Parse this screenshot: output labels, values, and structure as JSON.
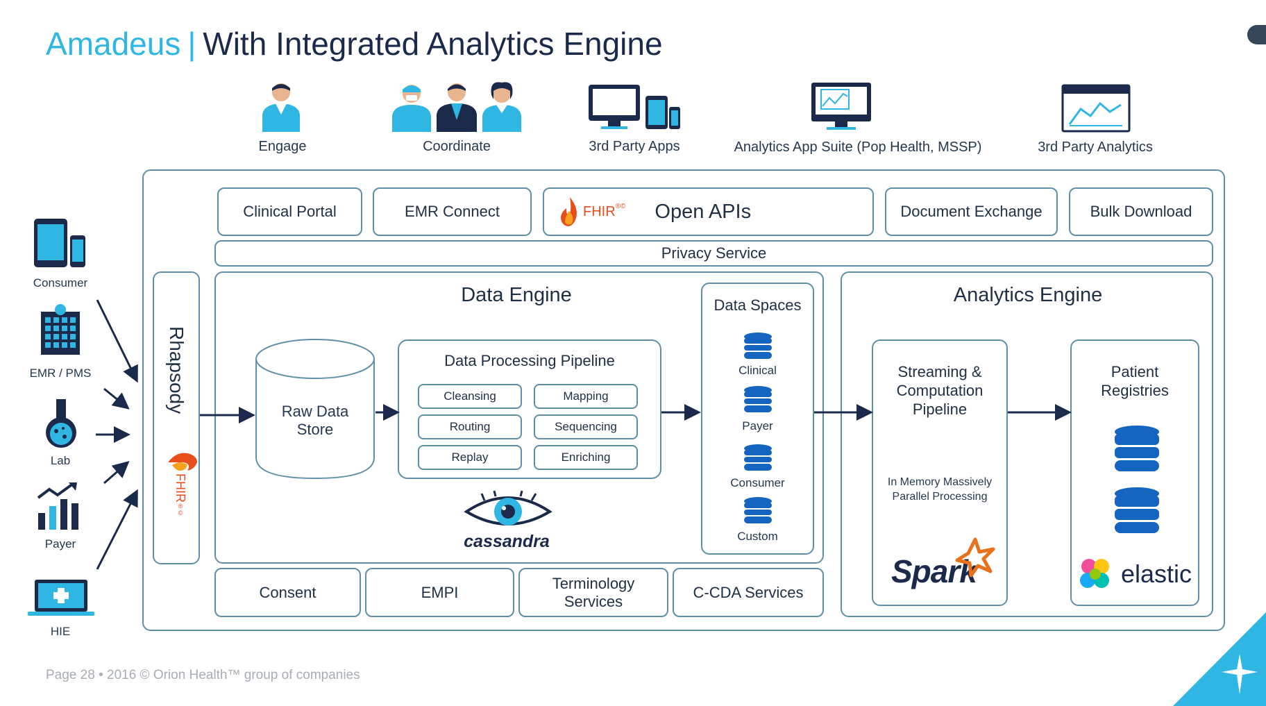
{
  "header": {
    "brand": "Amadeus",
    "separator": "|",
    "title": "With Integrated Analytics Engine"
  },
  "top_icons": [
    {
      "label": "Engage",
      "icon": "person-icon"
    },
    {
      "label": "Coordinate",
      "icon": "care-team-icon"
    },
    {
      "label": "3rd Party Apps",
      "icon": "devices-icon"
    },
    {
      "label": "Analytics App Suite (Pop Health, MSSP)",
      "icon": "monitor-chart-icon"
    },
    {
      "label": "3rd Party Analytics",
      "icon": "browser-chart-icon"
    }
  ],
  "left_sources": [
    {
      "label": "Consumer",
      "icon": "mobile-devices-icon"
    },
    {
      "label": "EMR / PMS",
      "icon": "hospital-building-icon"
    },
    {
      "label": "Lab",
      "icon": "flask-icon"
    },
    {
      "label": "Payer",
      "icon": "bar-chart-icon"
    },
    {
      "label": "HIE",
      "icon": "laptop-medical-icon"
    }
  ],
  "top_services": {
    "clinical_portal": "Clinical Portal",
    "emr_connect": "EMR Connect",
    "fhir_logo": "FHIR",
    "fhir_mark": "®©",
    "open_apis": "Open APIs",
    "document_exchange": "Document Exchange",
    "bulk_download": "Bulk Download"
  },
  "privacy_service": "Privacy Service",
  "rhapsody": {
    "label": "Rhapsody",
    "fhir": "FHIR",
    "fhir_mark": "®©"
  },
  "data_engine": {
    "title": "Data Engine",
    "raw_store": "Raw Data Store",
    "pipeline": {
      "title": "Data Processing Pipeline",
      "steps": [
        "Cleansing",
        "Mapping",
        "Routing",
        "Sequencing",
        "Replay",
        "Enriching"
      ]
    },
    "cassandra": "cassandra"
  },
  "data_spaces": {
    "title": "Data Spaces",
    "items": [
      "Clinical",
      "Payer",
      "Consumer",
      "Custom"
    ]
  },
  "analytics_engine": {
    "title": "Analytics Engine",
    "streaming": {
      "title": "Streaming & Computation Pipeline",
      "note": "In Memory Massively Parallel Processing",
      "logo": "Spark"
    },
    "registries": {
      "title": "Patient Registries",
      "logo": "elastic"
    }
  },
  "bottom_services": [
    "Consent",
    "EMPI",
    "Terminology Services",
    "C-CDA Services"
  ],
  "footer": "Page 28 • 2016 © Orion Health™ group of companies",
  "colors": {
    "accent": "#2fb6e3",
    "navy": "#1b2a4a",
    "border": "#5f8fa8",
    "db": "#1565c0"
  }
}
